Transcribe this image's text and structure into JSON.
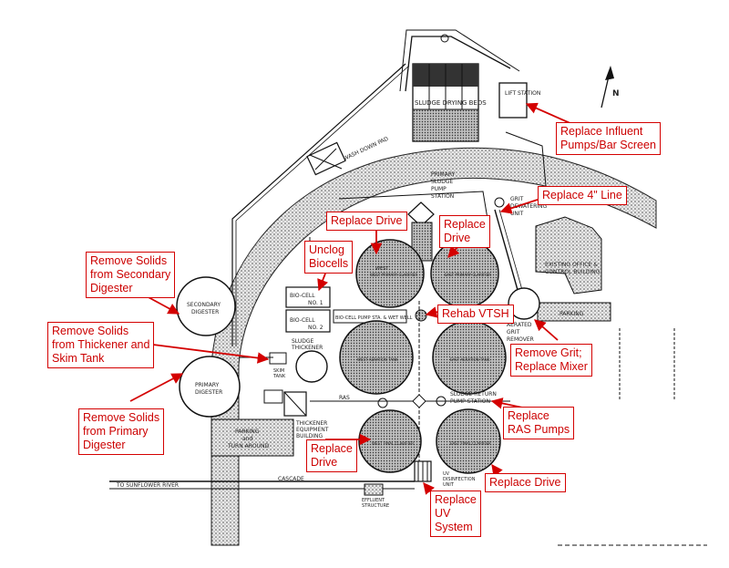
{
  "diagram": {
    "plan_labels": {
      "sludge_drying_beds": "SLUDGE DRYING BEDS",
      "lift_station": "LIFT STATION",
      "primary_sludge_pump_station_1": "PRIMARY",
      "primary_sludge_pump_station_2": "SLUDGE",
      "primary_sludge_pump_station_3": "PUMP",
      "primary_sludge_pump_station_4": "STATION",
      "grit_dewatering_1": "GRIT",
      "grit_dewatering_2": "DEWATERING",
      "grit_dewatering_3": "UNIT",
      "office_1": "EXISTING OFFICE &",
      "office_2": "CONTROL BUILDING",
      "parking_right": "PARKING",
      "west_primary": "WEST PRIMARY CLARIFIER",
      "east_primary": "EAST PRIMARY CLARIFIER",
      "west_aeration": "WEST AERATION TANK",
      "east_aeration": "EAST AERATION TANK",
      "west_final": "WEST FINAL CLARIFIER",
      "east_final": "EAST FINAL CLARIFIER",
      "biocell_1_a": "BIO-CELL",
      "biocell_1_b": "NO. 1",
      "biocell_2_a": "BIO-CELL",
      "biocell_2_b": "NO. 2",
      "biocell_pump": "BIO-CELL PUMP STA. & WET WELL",
      "secondary_digester_1": "SECONDARY",
      "secondary_digester_2": "DIGESTER",
      "primary_digester_1": "PRIMARY",
      "primary_digester_2": "DIGESTER",
      "sludge_thickener_1": "SLUDGE",
      "sludge_thickener_2": "THICKENER",
      "skim_tank_1": "SKIM",
      "skim_tank_2": "TANK",
      "aerated_grit_1": "AERATED",
      "aerated_grit_2": "GRIT",
      "aerated_grit_3": "REMOVER",
      "thickener_bldg_1": "THICKENER",
      "thickener_bldg_2": "EQUIPMENT",
      "thickener_bldg_3": "BUILDING",
      "parking_left_1": "PARKING",
      "parking_left_2": "and",
      "parking_left_3": "TURN AROUND",
      "sludge_return_1": "SLUDGE RETURN",
      "sludge_return_2": "PUMP STATION",
      "ras": "RAS",
      "uv_1": "UV",
      "uv_2": "DISINFECTION",
      "uv_3": "UNIT",
      "to_river": "TO SUNFLOWER RIVER",
      "cascade": "CASCADE",
      "effluent_1": "EFFLUENT",
      "effluent_2": "STRUCTURE",
      "wash_down_pad": "WASH DOWN PAD",
      "north": "N"
    },
    "callouts": {
      "replace_influent": [
        "Replace Influent",
        "Pumps/Bar Screen"
      ],
      "replace_4_line": [
        "Replace 4\" Line"
      ],
      "replace_drive_west_primary": [
        "Replace Drive"
      ],
      "replace_drive_east_primary": [
        "Replace",
        "Drive"
      ],
      "unclog_biocells": [
        "Unclog",
        "Biocells"
      ],
      "remove_solids_secondary": [
        "Remove Solids",
        "from Secondary",
        "Digester"
      ],
      "rehab_vtsh": [
        "Rehab VTSH"
      ],
      "remove_solids_thickener": [
        "Remove Solids",
        "from Thickener and",
        "Skim Tank"
      ],
      "remove_grit": [
        "Remove Grit;",
        "Replace Mixer"
      ],
      "remove_solids_primary": [
        "Remove Solids",
        "from Primary",
        "Digester"
      ],
      "replace_ras_pumps": [
        "Replace",
        "RAS Pumps"
      ],
      "replace_drive_west_final": [
        "Replace",
        "Drive"
      ],
      "replace_drive_east_final": [
        "Replace Drive"
      ],
      "replace_uv": [
        "Replace",
        "UV",
        "System"
      ]
    },
    "colors": {
      "callout_red": "#cc0000",
      "line_black": "#111111",
      "tank_fill": "#9a9a9a"
    }
  }
}
